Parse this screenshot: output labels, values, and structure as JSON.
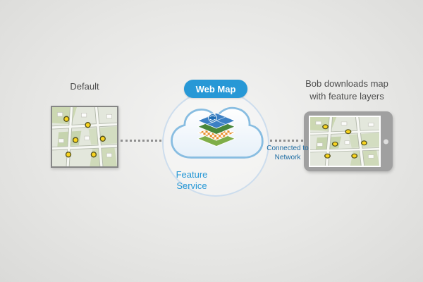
{
  "left": {
    "label": "Default"
  },
  "center": {
    "badge": "Web Map",
    "caption": "Feature Service"
  },
  "connector": {
    "label": "Connected to Network"
  },
  "right": {
    "label": "Bob downloads map with feature layers"
  },
  "colors": {
    "accent_blue": "#2798d6",
    "network_label_blue": "#1f6da3",
    "text_gray": "#4d4d4d",
    "marker_yellow": "#f9d41f",
    "tablet_gray": "#a0a0a0"
  }
}
